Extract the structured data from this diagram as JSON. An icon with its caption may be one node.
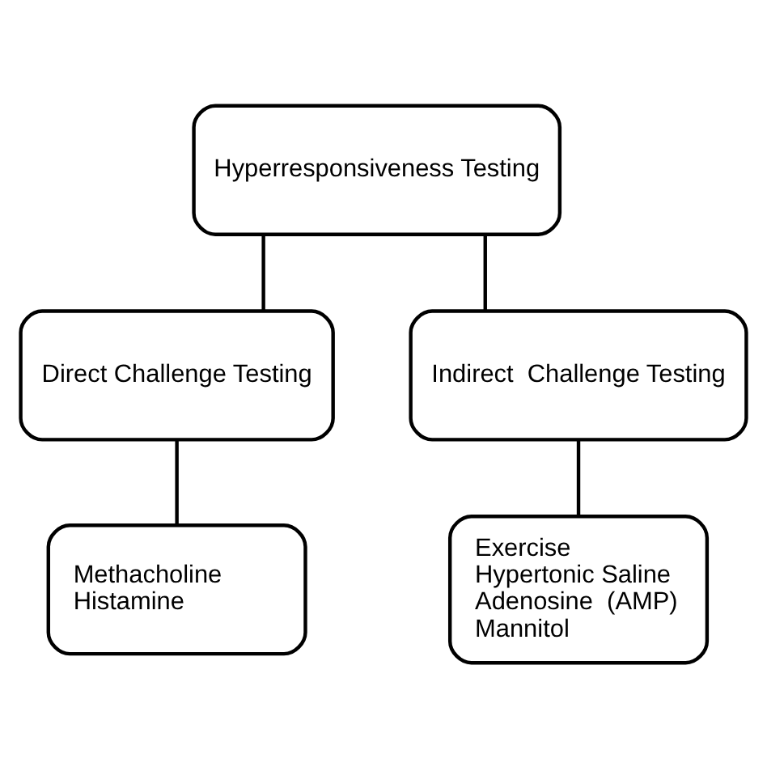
{
  "diagram": {
    "nodes": [
      {
        "text": [
          "Hyperresponsiveness Testing"
        ]
      },
      {
        "text": [
          "Direct Challenge Testing"
        ]
      },
      {
        "text": [
          "Indirect  Challenge Testing"
        ]
      },
      {
        "text": [
          "Methacholine",
          "Histamine"
        ]
      },
      {
        "text": [
          "Exercise",
          "Hypertonic Saline",
          "Adenosine  (AMP)",
          "Mannitol"
        ]
      }
    ],
    "edges": [
      {
        "from": 0,
        "to": 1,
        "arrow": "none"
      },
      {
        "from": 0,
        "to": 2,
        "arrow": "none"
      },
      {
        "from": 1,
        "to": 3,
        "arrow": "none"
      },
      {
        "from": 2,
        "to": 4,
        "arrow": "none"
      }
    ]
  }
}
